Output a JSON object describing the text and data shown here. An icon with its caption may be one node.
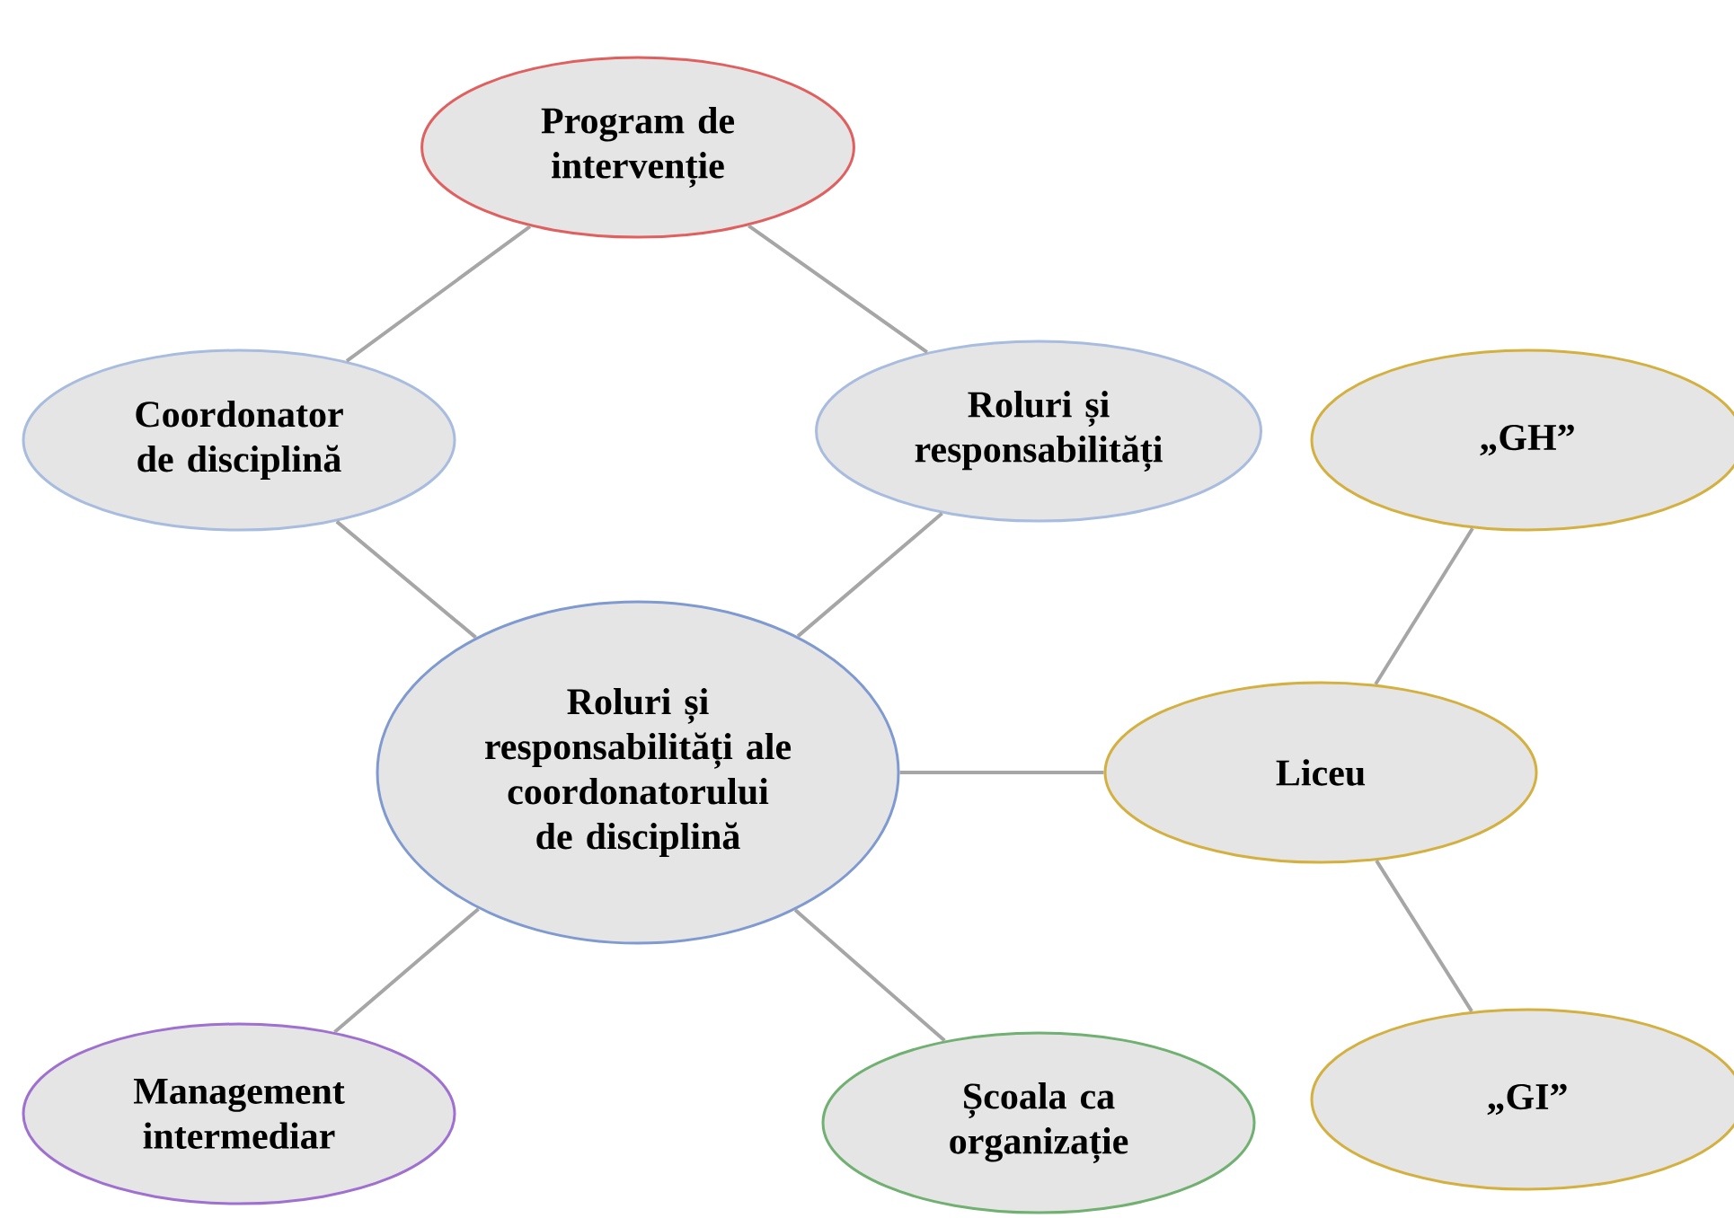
{
  "diagram": {
    "nodes": [
      {
        "text": [
          "Program de intervenție"
        ]
      },
      {
        "text": [
          "Coordonator de disciplină"
        ]
      },
      {
        "text": [
          "Roluri și responsabilități"
        ]
      },
      {
        "text": [
          "Roluri și responsabilități ale coordonatorului de disciplină"
        ]
      },
      {
        "text": [
          "„GH”"
        ]
      },
      {
        "text": [
          "Liceu"
        ]
      },
      {
        "text": [
          "Management intermediar"
        ]
      },
      {
        "text": [
          "Școala ca organizație"
        ]
      },
      {
        "text": [
          "„GI”"
        ]
      }
    ],
    "edges": [
      {
        "from": 0,
        "to": 1,
        "arrow": "none"
      },
      {
        "from": 0,
        "to": 2,
        "arrow": "none"
      },
      {
        "from": 1,
        "to": 3,
        "arrow": "none"
      },
      {
        "from": 2,
        "to": 3,
        "arrow": "none"
      },
      {
        "from": 3,
        "to": 5,
        "arrow": "none"
      },
      {
        "from": 5,
        "to": 4,
        "arrow": "none"
      },
      {
        "from": 5,
        "to": 8,
        "arrow": "none"
      },
      {
        "from": 3,
        "to": 6,
        "arrow": "none"
      },
      {
        "from": 3,
        "to": 7,
        "arrow": "none"
      }
    ]
  }
}
